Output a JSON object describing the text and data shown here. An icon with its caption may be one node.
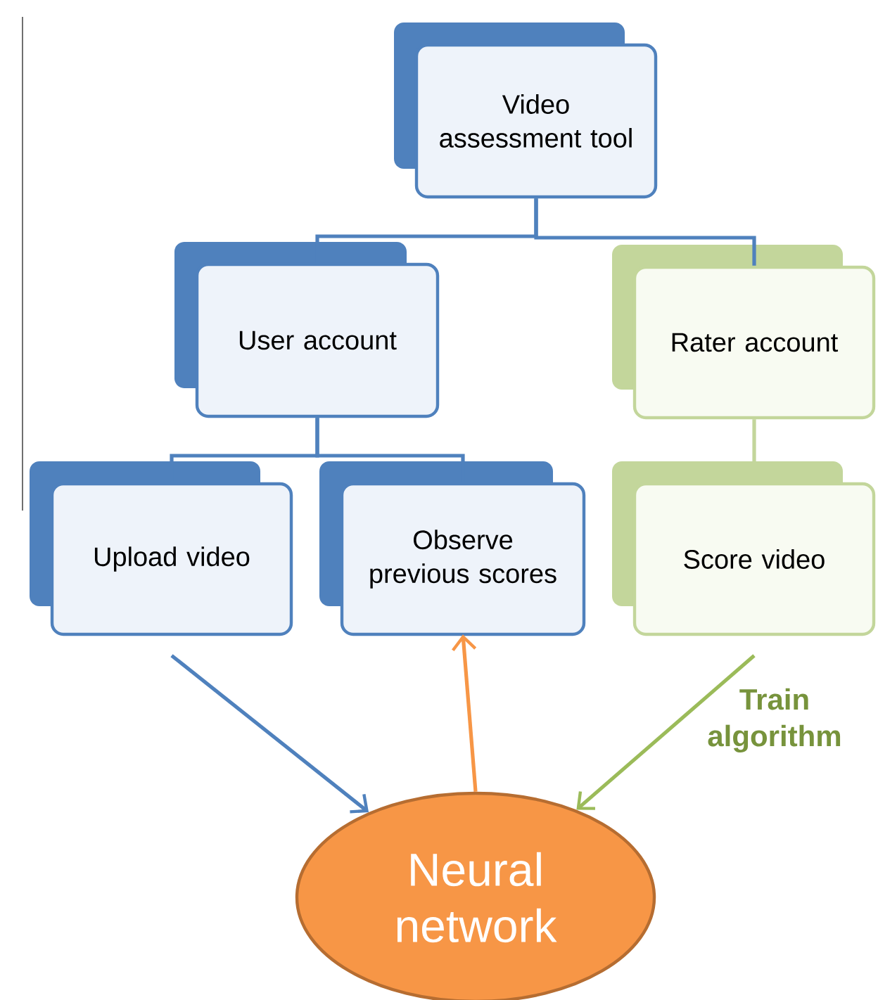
{
  "diagram": {
    "nodes": [
      {
        "text": [
          "Video assessment tool"
        ]
      },
      {
        "text": [
          "User account"
        ]
      },
      {
        "text": [
          "Rater account"
        ]
      },
      {
        "text": [
          "Upload video"
        ]
      },
      {
        "text": [
          "Observe previous scores"
        ]
      },
      {
        "text": [
          "Score video"
        ]
      },
      {
        "text": [
          "Neural network"
        ]
      }
    ],
    "edges": [
      {
        "from": 0,
        "to": 1,
        "arrow": "none"
      },
      {
        "from": 0,
        "to": 2,
        "arrow": "none"
      },
      {
        "from": 1,
        "to": 3,
        "arrow": "none"
      },
      {
        "from": 1,
        "to": 4,
        "arrow": "none"
      },
      {
        "from": 2,
        "to": 5,
        "arrow": "none",
        "color": "#c3d69b"
      },
      {
        "from": 3,
        "to": 6,
        "arrow": "to"
      },
      {
        "from": 6,
        "to": 4,
        "arrow": "to",
        "color": "#f79646"
      },
      {
        "from": 5,
        "to": 6,
        "arrow": "to",
        "label": "Train algorithm",
        "color": "#9bbb59"
      }
    ]
  }
}
